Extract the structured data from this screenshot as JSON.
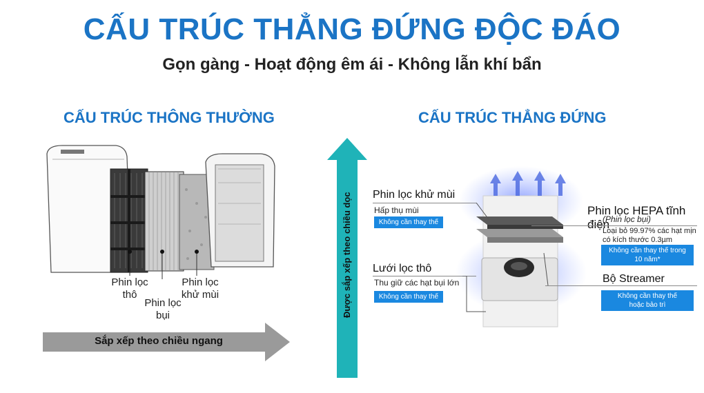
{
  "header": {
    "title": "CẤU TRÚC THẲNG ĐỨNG ĐỘC ĐÁO",
    "subtitle": "Gọn gàng - Hoạt động êm ái - Không lẫn khí bẩn"
  },
  "left": {
    "heading": "CẤU TRÚC THÔNG THƯỜNG",
    "filters": [
      {
        "line1": "Phin lọc",
        "line2": "thô"
      },
      {
        "line1": "Phin lọc",
        "line2": "bụi"
      },
      {
        "line1": "Phin lọc",
        "line2": "khử mùi"
      }
    ],
    "arrow_label": "Sắp xếp theo chiều ngang"
  },
  "middle": {
    "vertical_label": "Được sắp xếp theo chiều dọc",
    "arrow_color": "#1fb3b8"
  },
  "right": {
    "heading": "CẤU TRÚC THẲNG ĐỨNG",
    "deodorizing": {
      "name": "Phin lọc khử mùi",
      "desc": "Hấp thụ mùi",
      "badge": "Không cần thay thế"
    },
    "prefilter": {
      "name": "Lưới lọc thô",
      "desc": "Thu giữ các hạt bụi lớn",
      "badge": "Không cần thay thế"
    },
    "hepa": {
      "name": "Phin lọc HEPA tĩnh điện",
      "alt": "(Phin lọc bụi)",
      "desc1": "Loại bỏ 99.97% các hạt mịn",
      "desc2": "có kích thước 0.3µm",
      "badge1": "Không cần thay thế trong",
      "badge2": "10 năm*"
    },
    "streamer": {
      "name": "Bộ Streamer",
      "badge1": "Không cần thay thế",
      "badge2": "hoặc bảo trì"
    }
  },
  "colors": {
    "title": "#1b74c5",
    "badge": "#1a88e0",
    "teal_arrow": "#1fb3b8",
    "gray_arrow": "#9a9a9a"
  }
}
